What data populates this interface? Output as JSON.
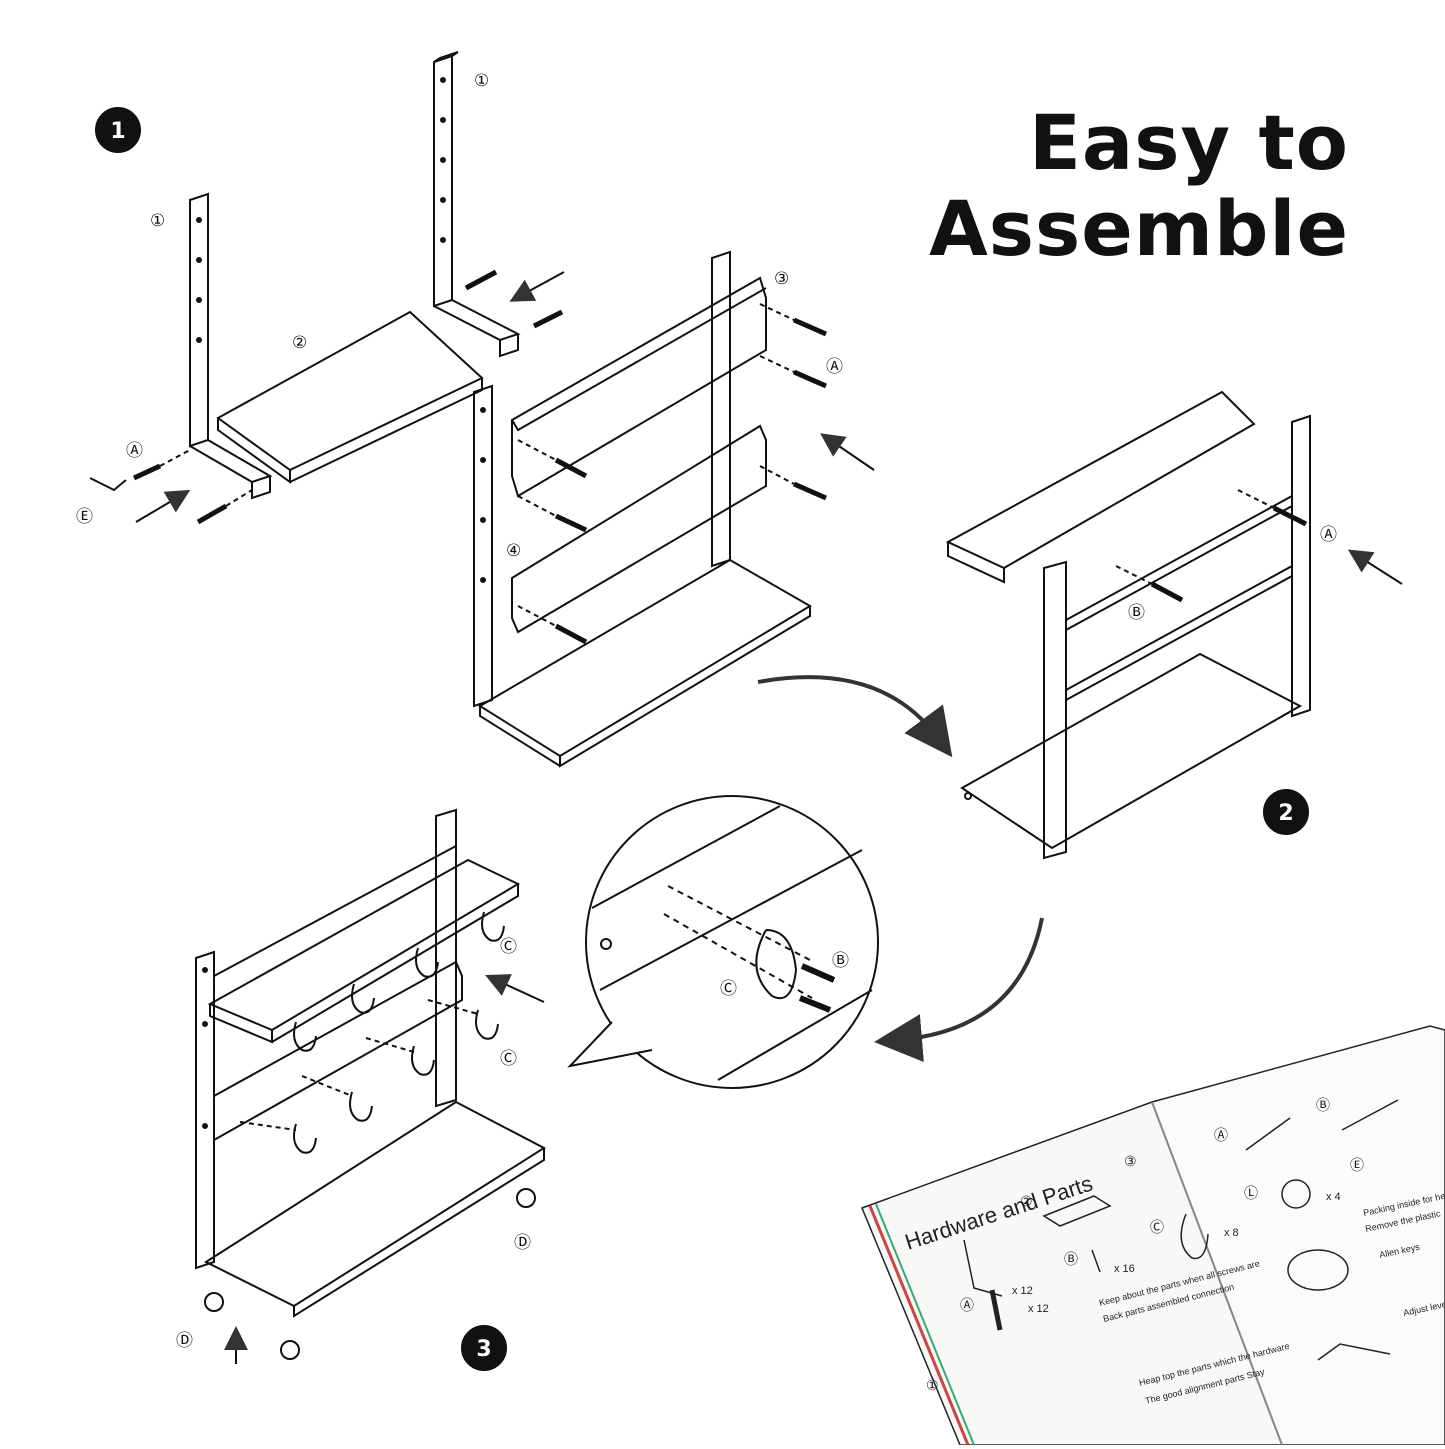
{
  "headline": {
    "line1": "Easy to",
    "line2": "Assemble"
  },
  "steps": [
    "1",
    "2",
    "3"
  ],
  "part_labels": {
    "one": "①",
    "two": "②",
    "three": "③",
    "four": "④",
    "A": "Ⓐ",
    "B": "Ⓑ",
    "C": "Ⓒ",
    "D": "Ⓓ",
    "E": "Ⓔ",
    "L": "Ⓛ"
  },
  "manual": {
    "title": "Hardware and Parts",
    "qty": {
      "q1": "x 12",
      "q2": "x 16",
      "q3": "x 12",
      "q4": "x 8",
      "q5": "x 4"
    },
    "notes": [
      "Keep about the parts when all screws are",
      "Back parts assembled connection",
      "Heap top the parts which the hardware",
      "The good alignment parts Stay",
      "Packing inside for height",
      "Remove the plastic",
      "Adjust levels",
      "Allen keys"
    ]
  },
  "colors": {
    "ink": "#111111",
    "badge": "#111111",
    "paper": "#ffffff"
  }
}
